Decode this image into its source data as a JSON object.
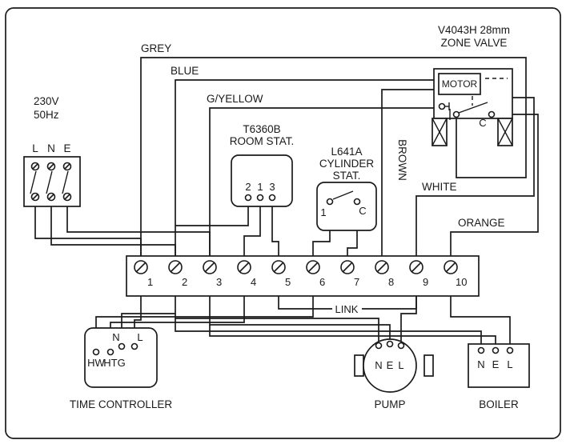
{
  "diagram": {
    "supply": {
      "voltage": "230V",
      "frequency": "50Hz",
      "terminals": [
        "L",
        "N",
        "E"
      ]
    },
    "room_stat": {
      "model": "T6360B",
      "name": "ROOM STAT.",
      "terminals": [
        "2",
        "1",
        "3"
      ]
    },
    "cylinder_stat": {
      "model": "L641A",
      "name_line1": "CYLINDER",
      "name_line2": "STAT.",
      "terminal_1": "1",
      "terminal_c": "C"
    },
    "zone_valve": {
      "model": "V4043H 28mm",
      "name": "ZONE VALVE",
      "motor": "MOTOR",
      "switch_common": "C"
    },
    "wires": {
      "grey": "GREY",
      "blue": "BLUE",
      "gyellow": "G/YELLOW",
      "brown": "BROWN",
      "white": "WHITE",
      "orange": "ORANGE"
    },
    "terminal_strip": {
      "numbers": [
        "1",
        "2",
        "3",
        "4",
        "5",
        "6",
        "7",
        "8",
        "9",
        "10"
      ],
      "link": "LINK"
    },
    "time_controller": {
      "name": "TIME CONTROLLER",
      "n": "N",
      "l": "L",
      "hw": "HW",
      "htg": "HTG"
    },
    "pump": {
      "name": "PUMP",
      "terminals": [
        "N",
        "E",
        "L"
      ]
    },
    "boiler": {
      "name": "BOILER",
      "terminals": [
        "N",
        "E",
        "L"
      ]
    }
  },
  "colors": {
    "ink": "#1a1a1a",
    "background": "#ffffff"
  }
}
